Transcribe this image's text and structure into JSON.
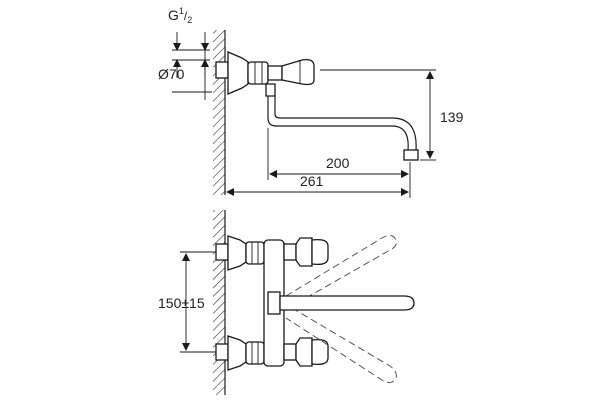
{
  "dimensions": {
    "thread": "G",
    "thread_frac_num": "1",
    "thread_frac_den": "2",
    "diameter": "Ø70",
    "height": "139",
    "spout_reach": "200",
    "overall_reach": "261",
    "spacing": "150±15"
  },
  "colors": {
    "line": "#1a1a1a",
    "dashed": "#555555"
  }
}
